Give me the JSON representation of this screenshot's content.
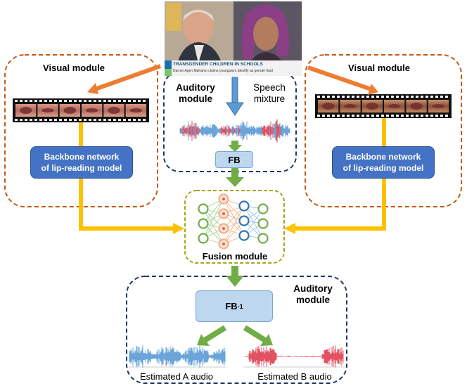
{
  "photo": {
    "banner_title": "TRANSGENDER CHILDREN IN SCHOOLS",
    "banner_sub": "Darren Agen Mahamo claims youngsters identify as gender fluid"
  },
  "visual_module_left": {
    "title": "Visual module",
    "backbone_line1": "Backbone network",
    "backbone_line2": "of lip-reading model"
  },
  "visual_module_right": {
    "title": "Visual module",
    "backbone_line1": "Backbone network",
    "backbone_line2": "of lip-reading model"
  },
  "auditory_top": {
    "title_line1": "Auditory",
    "title_line2": "module",
    "input_line1": "Speech",
    "input_line2": "mixture",
    "fb_label": "FB"
  },
  "fusion": {
    "title": "Fusion module"
  },
  "auditory_bottom": {
    "title_line1": "Auditory",
    "title_line2": "module",
    "fb_label": "FB",
    "fb_sup": "-1",
    "output_a": "Estimated A audio",
    "output_b": "Estimated B audio"
  },
  "colors": {
    "visual_border": "#c55a11",
    "auditory_border": "#1f3864",
    "fusion_border": "#a5a51a",
    "arrow_orange": "#ed7d31",
    "arrow_yellow": "#ffc000",
    "arrow_green": "#70ad47",
    "arrow_blue": "#5b9bd5",
    "wave_blue": "#5b9bd5",
    "wave_red": "#e04050"
  }
}
